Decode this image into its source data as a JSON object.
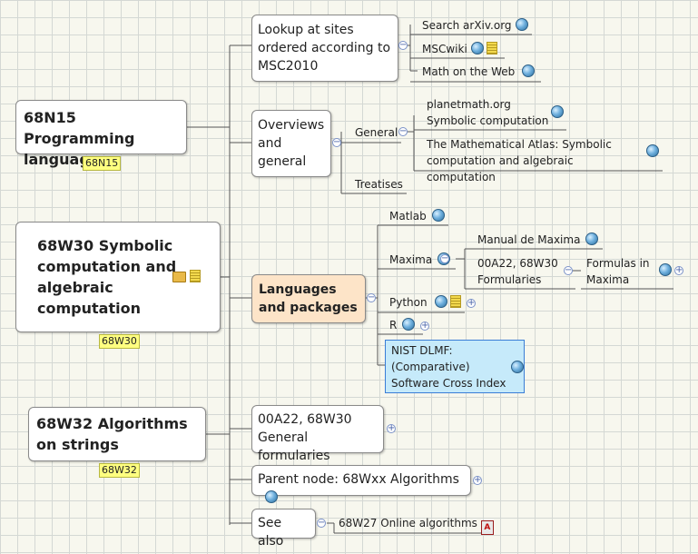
{
  "nodes": {
    "n68n15": {
      "title": "68N15 Programming languages",
      "tag": "68N15"
    },
    "n68w30": {
      "title": "68W30 Symbolic computation and algebraic computation",
      "tag": "68W30"
    },
    "n68w32": {
      "title": "68W32 Algorithms on strings",
      "tag": "68W32"
    }
  },
  "lookup": {
    "title": "Lookup at sites ordered according to MSC2010",
    "items": [
      "Search arXiv.org",
      "MSCwiki",
      "Math on the Web"
    ]
  },
  "overviews": {
    "title": "Overviews and general",
    "general": "General",
    "treatises": "Treatises",
    "planetmath": "planetmath.org Symbolic computation",
    "atlas": "The Mathematical Atlas: Symbolic computation and algebraic computation"
  },
  "languages": {
    "title": "Languages and packages",
    "matlab": "Matlab",
    "maxima": "Maxima",
    "maxima_manual": "Manual de Maxima",
    "maxima_formularies": "00A22, 68W30 Formularies",
    "formulas_maxima": "Formulas in Maxima",
    "python": "Python",
    "r": "R",
    "nist": "NIST DLMF: (Comparative) Software Cross Index"
  },
  "general_formularies": "00A22, 68W30 General formularies",
  "parent": "Parent node: 68Wxx Algorithms",
  "see_also": {
    "title": "See also",
    "item": "68W27 Online algorithms"
  },
  "icons": {
    "link": "globe-icon",
    "note": "note-icon",
    "folder": "folder-icon",
    "attachment": "pdf-icon",
    "expand": "plus-icon",
    "collapse": "minus-icon"
  },
  "colors": {
    "selected_bg": "#fde4c8",
    "nist_bg": "#c6eafa",
    "tag_bg": "#ffff80"
  }
}
